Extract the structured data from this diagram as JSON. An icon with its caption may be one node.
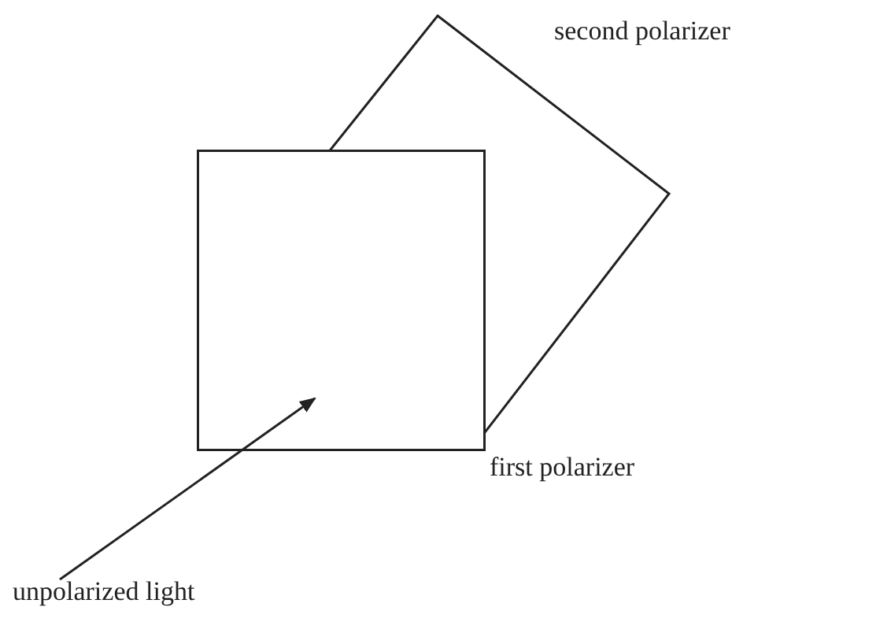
{
  "diagram": {
    "nodes": [
      {
        "text": [
          "second polarizer"
        ]
      },
      {
        "text": [
          "first polarizer"
        ]
      },
      {
        "text": [
          "unpolarized light"
        ]
      }
    ],
    "edges": [
      {
        "from": 2,
        "to": 1,
        "arrow": "to"
      }
    ]
  }
}
